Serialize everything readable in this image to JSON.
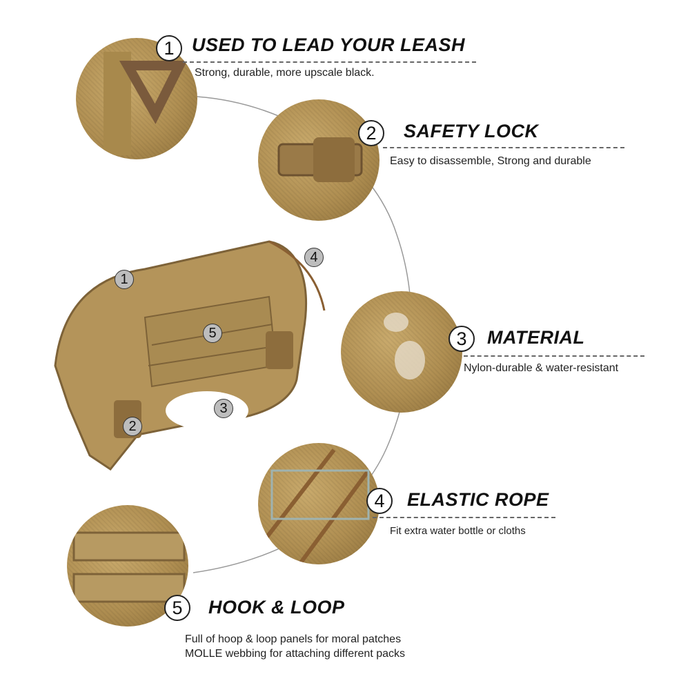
{
  "features": [
    {
      "number": "1",
      "title": "USED TO LEAD YOUR LEASH",
      "description": "Strong, durable, more upscale black."
    },
    {
      "number": "2",
      "title": "SAFETY LOCK",
      "description": "Easy to disassemble, Strong and durable"
    },
    {
      "number": "3",
      "title": "MATERIAL",
      "description": "Nylon-durable & water-resistant"
    },
    {
      "number": "4",
      "title": "ELASTIC ROPE",
      "description": "Fit extra water bottle or cloths"
    },
    {
      "number": "5",
      "title": "HOOK & LOOP",
      "description_lines": [
        "Full of hoop & loop panels for moral patches",
        "MOLLE webbing for attaching different packs"
      ]
    }
  ],
  "harness_badges": [
    "1",
    "2",
    "3",
    "4",
    "5"
  ],
  "colors": {
    "tan": "#b08f52",
    "text": "#111111"
  }
}
